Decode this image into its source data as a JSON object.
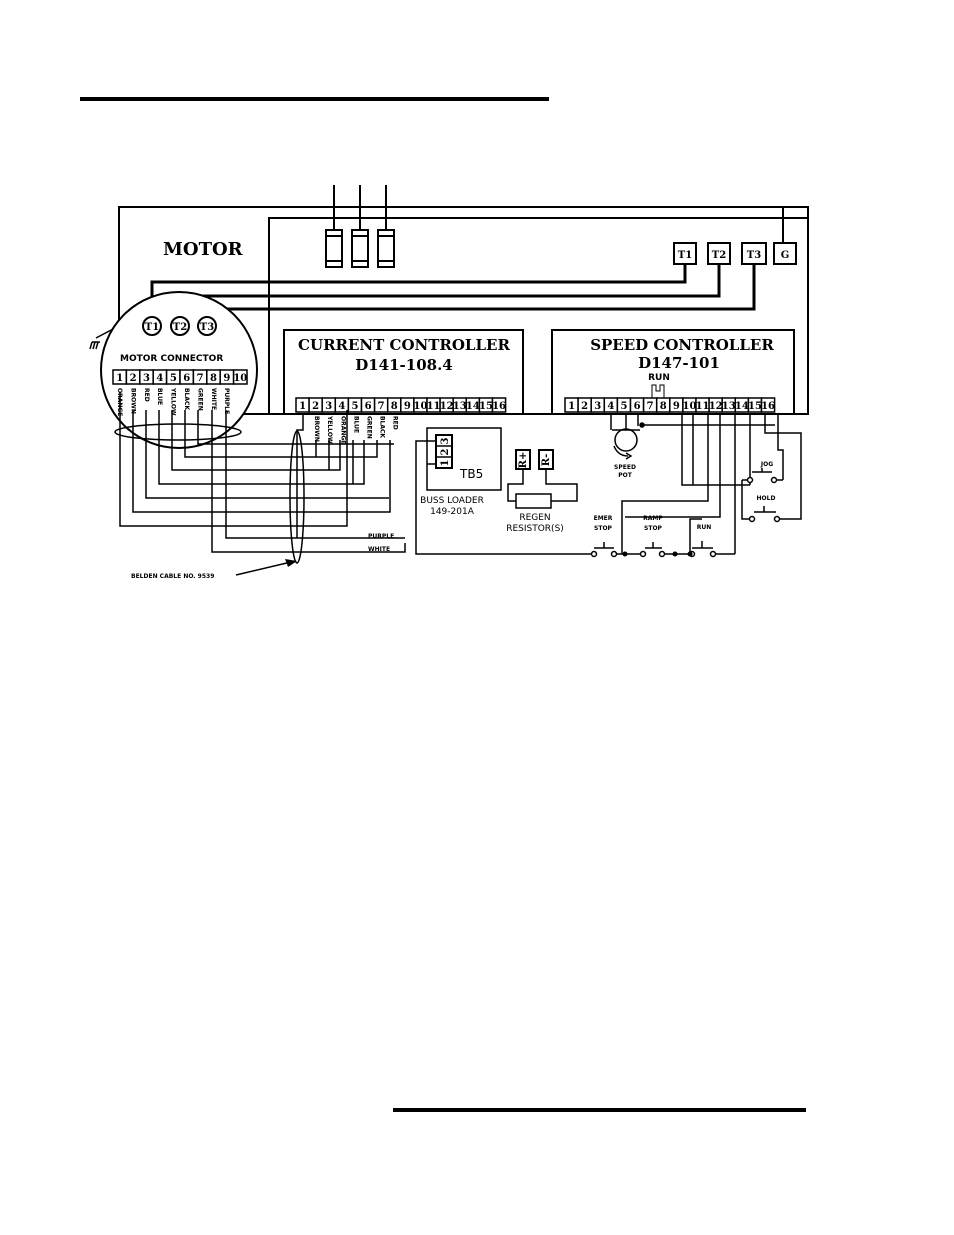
{
  "motor": {
    "label": "MOTOR"
  },
  "motor_connector": {
    "label": "MOTOR CONNECTOR",
    "pins": [
      "1",
      "2",
      "3",
      "4",
      "5",
      "6",
      "7",
      "8",
      "9",
      "10"
    ],
    "wires": [
      "ORANGE",
      "BROWN",
      "RED",
      "BLUE",
      "YELLOW",
      "BLACK",
      "GREEN",
      "WHITE",
      "PURPLE",
      ""
    ],
    "phases": [
      "T1",
      "T2",
      "T3"
    ]
  },
  "drive_terminals": [
    "T1",
    "T2",
    "T3",
    "G"
  ],
  "current_controller": {
    "title": "CURRENT CONTROLLER",
    "model": "D141-108.4",
    "terminals": [
      "1",
      "2",
      "3",
      "4",
      "5",
      "6",
      "7",
      "8",
      "9",
      "10",
      "11",
      "12",
      "13",
      "14",
      "15",
      "16"
    ],
    "wires": [
      "",
      "BROWN",
      "YELLOW",
      "ORANGE",
      "BLUE",
      "GREEN",
      "BLACK",
      "RED"
    ]
  },
  "speed_controller": {
    "title": "SPEED CONTROLLER",
    "model": "D147-101",
    "run_label": "RUN",
    "terminals": [
      "1",
      "2",
      "3",
      "4",
      "5",
      "6",
      "7",
      "8",
      "9",
      "10",
      "11",
      "12",
      "13",
      "14",
      "15",
      "16"
    ]
  },
  "buss_loader": {
    "tb_label": "TB5",
    "terminals": [
      "1",
      "2",
      "3"
    ],
    "label_line1": "BUSS LOADER",
    "label_line2": "149-201A"
  },
  "regen": {
    "terminals": [
      "R+",
      "R-"
    ],
    "label_line1": "REGEN",
    "label_line2": "RESISTOR(S)"
  },
  "speed_pot": {
    "line1": "SPEED",
    "line2": "POT"
  },
  "switches": {
    "jog": "JOG",
    "hold": "HOLD",
    "emer_stop": [
      "EMER",
      "STOP"
    ],
    "ramp_stop": [
      "RAMP",
      "STOP"
    ],
    "run": "RUN"
  },
  "cable": {
    "label": "BELDEN CABLE NO. 9539",
    "purple": "PURPLE",
    "white": "WHITE"
  }
}
